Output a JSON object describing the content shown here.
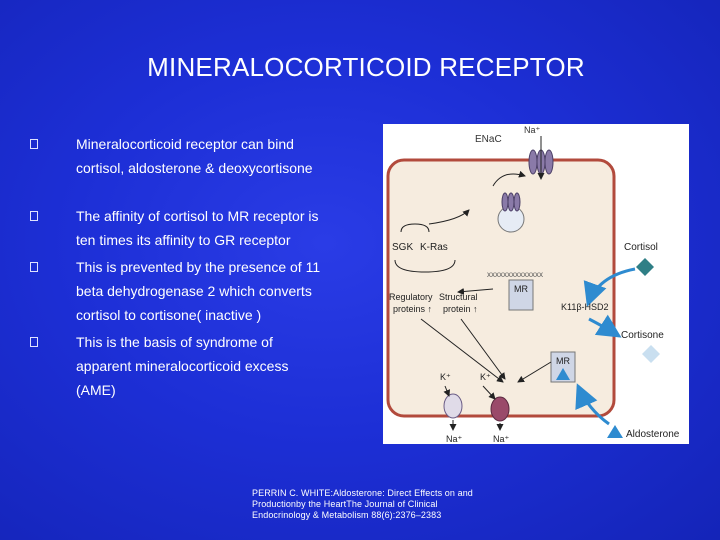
{
  "slide": {
    "title": "MINERALOCORTICOID RECEPTOR",
    "bullets": [
      "Mineralocorticoid  receptor can bind cortisol, aldosterone  & deoxycortisone",
      "The affinity of cortisol to MR receptor is ten times its affinity to GR receptor",
      "This is prevented by the presence of 11 beta dehydrogenase 2 which converts cortisol to cortisone( inactive )",
      "This is the basis of syndrome of apparent mineralocorticoid excess (AME)"
    ],
    "citation": "PERRIN C. WHITE:Aldosterone: Direct Effects on and Productionby the HeartThe Journal of Clinical Endocrinology & Metabolism 88(6):2376–2383"
  },
  "figure": {
    "labels": {
      "enac": "ENaC",
      "na_top": "Na⁺",
      "sgk": "SGK",
      "kras": "K-Ras",
      "cortisol": "Cortisol",
      "mr_inner": "MR",
      "enzyme": "K11β-HSD2",
      "regulatory": "Regulatory",
      "proteins": "proteins ↑",
      "structural": "Structural",
      "protein": "protein ↑",
      "cortisone": "Cortisone",
      "k_left": "K⁺",
      "k_right": "K⁺",
      "mr_outer": "MR",
      "na_left": "Na⁺",
      "na_right": "Na⁺",
      "aldosterone": "Aldosterone"
    },
    "colors": {
      "cell_fill": "#f6ecdf",
      "cell_border": "#b24a3c",
      "channel": "#8a7aa8",
      "accent_blue": "#2e8bd0",
      "cortisol_teal": "#2f7f86"
    }
  }
}
